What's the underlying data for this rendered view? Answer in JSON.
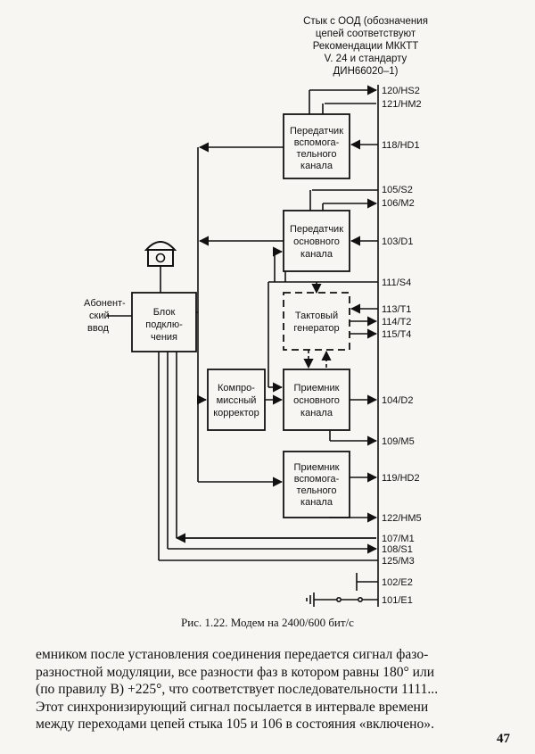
{
  "header": {
    "lines": [
      "Стык с ООД (обозначения",
      "цепей соответствуют",
      "Рекомендации МККТТ",
      "V. 24 и стандарту",
      "ДИН66020–1)"
    ]
  },
  "blocks": {
    "aux_tx": [
      "Передатчик",
      "вспомога-",
      "тельного",
      "канала"
    ],
    "main_tx": [
      "Передатчик",
      "основного",
      "канала"
    ],
    "clock": [
      "Тактовый",
      "генератор"
    ],
    "main_rx": [
      "Приемник",
      "основного",
      "канала"
    ],
    "aux_rx": [
      "Приемник",
      "вспомога-",
      "тельного",
      "канала"
    ],
    "connect": [
      "Блок",
      "подклю-",
      "чения"
    ],
    "comp": [
      "Компро-",
      "миссный",
      "корректор"
    ]
  },
  "subscriber_input": [
    "Абонент-",
    "ский",
    "ввод"
  ],
  "circuits": {
    "c120": "120/HS2",
    "c121": "121/HM2",
    "c118": "118/HD1",
    "c105": "105/S2",
    "c106": "106/M2",
    "c103": "103/D1",
    "c111": "111/S4",
    "c113": "113/T1",
    "c114": "114/T2",
    "c115": "115/T4",
    "c104": "104/D2",
    "c109": "109/M5",
    "c119": "119/HD2",
    "c122": "122/HM5",
    "c107": "107/M1",
    "c108": "108/S1",
    "c125": "125/M3",
    "c102": "102/E2",
    "c101": "101/E1"
  },
  "caption": "Рис. 1.22. Модем на 2400/600 бит/с",
  "body_lines": [
    "емником после установления соединения передается сигнал фазо-",
    "разностной модуляции, все разности фаз в котором равны 180° или",
    "(по правилу B) +225°, что соответствует последовательности 1111...",
    "Этот синхронизирующий сигнал посылается в интервале времени",
    "между переходами цепей стыка 105 и 106 в состояния «включено»."
  ],
  "page_number": "47"
}
